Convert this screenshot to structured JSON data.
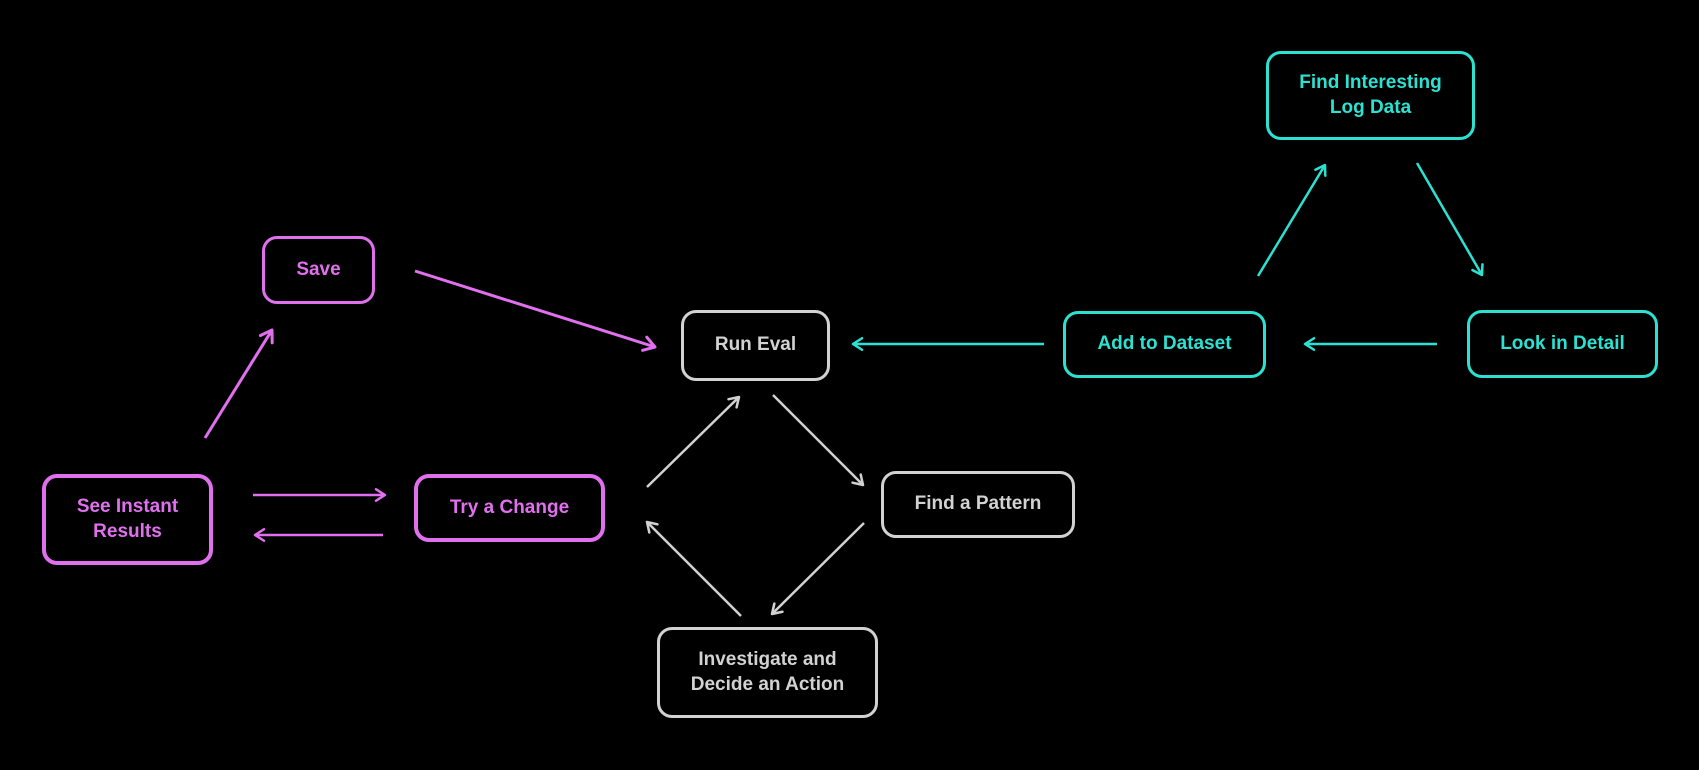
{
  "diagram": {
    "background_color": "#000000",
    "colors": {
      "magenta": "#e170ee",
      "cyan": "#2be2d2",
      "gray": "#d2d2d2"
    },
    "nodes": {
      "find_interesting": {
        "label": "Find Interesting\nLog Data",
        "color": "cyan"
      },
      "save": {
        "label": "Save",
        "color": "magenta"
      },
      "run_eval": {
        "label": "Run Eval",
        "color": "gray"
      },
      "add_to_dataset": {
        "label": "Add to Dataset",
        "color": "cyan"
      },
      "look_in_detail": {
        "label": "Look in Detail",
        "color": "cyan"
      },
      "see_instant_results": {
        "label": "See Instant\nResults",
        "color": "magenta"
      },
      "try_a_change": {
        "label": "Try a Change",
        "color": "magenta"
      },
      "find_a_pattern": {
        "label": "Find a Pattern",
        "color": "gray"
      },
      "investigate_decide": {
        "label": "Investigate and\nDecide an Action",
        "color": "gray"
      }
    },
    "edges": [
      {
        "from": "see_instant_results",
        "to": "save",
        "color": "magenta"
      },
      {
        "from": "save",
        "to": "run_eval",
        "color": "magenta"
      },
      {
        "from": "see_instant_results",
        "to": "try_a_change",
        "color": "magenta"
      },
      {
        "from": "try_a_change",
        "to": "see_instant_results",
        "color": "magenta"
      },
      {
        "from": "try_a_change",
        "to": "run_eval",
        "color": "gray"
      },
      {
        "from": "run_eval",
        "to": "find_a_pattern",
        "color": "gray"
      },
      {
        "from": "find_a_pattern",
        "to": "investigate_decide",
        "color": "gray"
      },
      {
        "from": "investigate_decide",
        "to": "try_a_change",
        "color": "gray"
      },
      {
        "from": "add_to_dataset",
        "to": "run_eval",
        "color": "cyan"
      },
      {
        "from": "look_in_detail",
        "to": "add_to_dataset",
        "color": "cyan"
      },
      {
        "from": "add_to_dataset",
        "to": "find_interesting",
        "color": "cyan"
      },
      {
        "from": "find_interesting",
        "to": "look_in_detail",
        "color": "cyan"
      }
    ]
  }
}
